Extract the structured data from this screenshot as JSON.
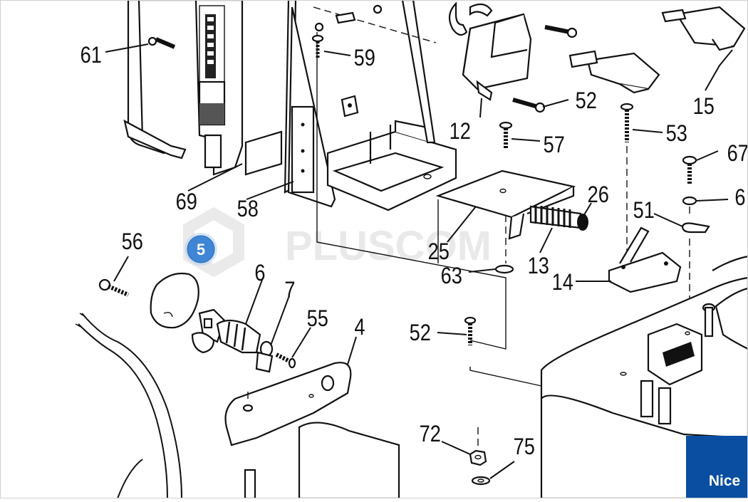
{
  "watermark": "PLUSCOM",
  "selected_marker": "5",
  "brand": {
    "name": "Nice",
    "color": "#0a4ea2"
  },
  "marker_color": "#3f86d6",
  "labels": {
    "l61": "61",
    "l59": "59",
    "l52a": "52",
    "l12": "12",
    "l15": "15",
    "l57": "57",
    "l53": "53",
    "l67": "67",
    "l69": "69",
    "l58": "58",
    "l26": "26",
    "l6b": "6",
    "l51": "51",
    "l25": "25",
    "l13": "13",
    "l63": "63",
    "l56": "56",
    "l6": "6",
    "l7": "7",
    "l14": "14",
    "l55": "55",
    "l4": "4",
    "l52b": "52",
    "l72": "72",
    "l75": "75"
  }
}
